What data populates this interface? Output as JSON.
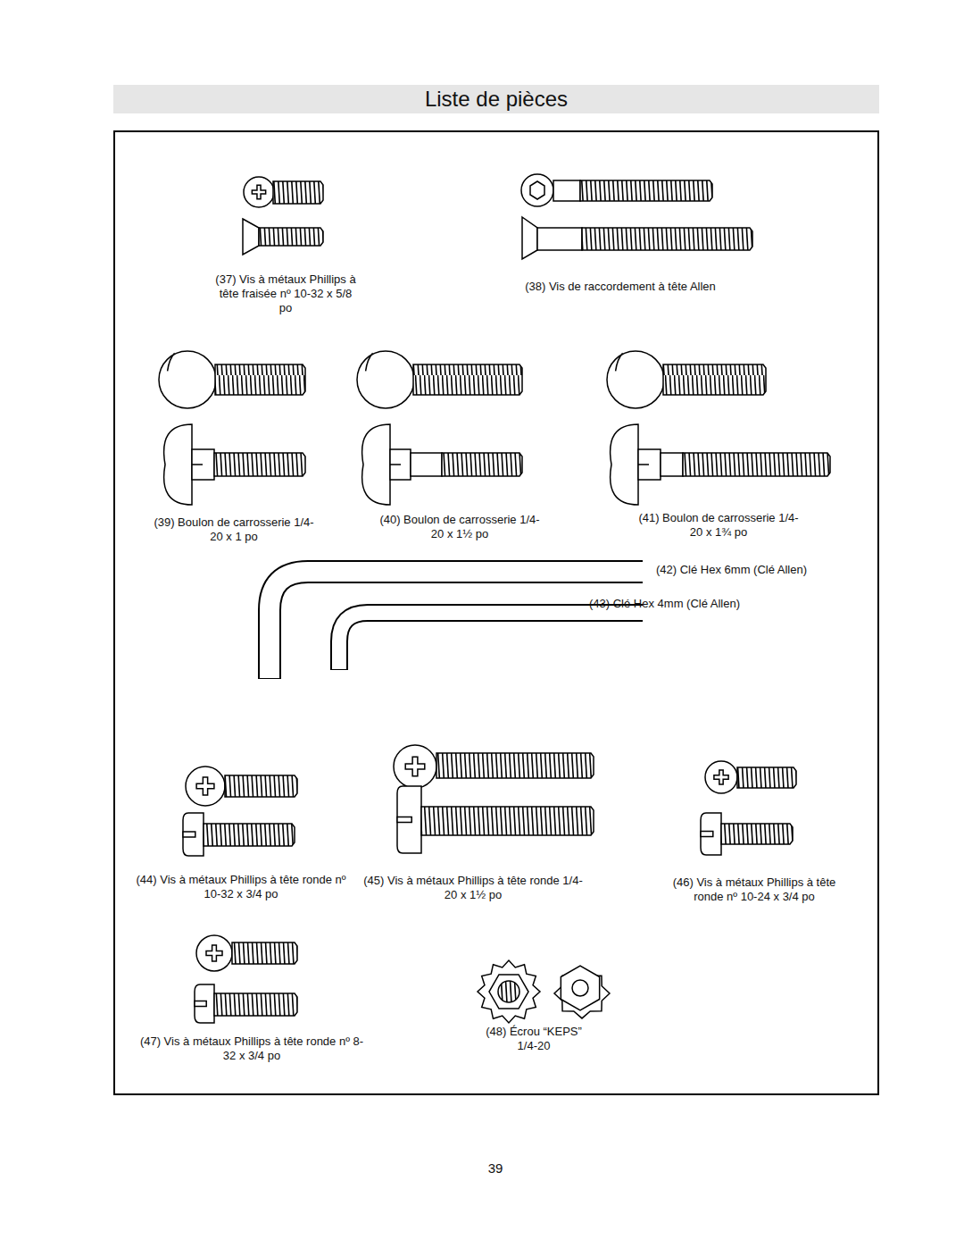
{
  "diagram": {
    "title": "Liste de pièces",
    "labels": [
      "(37) Vis à métaux Phillips à tête fraisée nº 10-32 x 5/8 po",
      "(38) Vis de raccordement à tête Allen",
      "(39) Boulon de carrosserie 1/4-20 x 1 po",
      "(40) Boulon de carrosserie 1/4-20 x 1½ po",
      "(41) Boulon de carrosserie 1/4-20 x 1¾ po",
      "(42) Clé Hex 6mm (Clé Allen)",
      "(43) Clé Hex 4mm (Clé Allen)",
      "(44) Vis à métaux Phillips à tête ronde nº 10-32 x 3/4 po",
      "(45) Vis à métaux Phillips à tête ronde 1/4-20 x 1½ po",
      "(46) Vis à métaux Phillips à tête ronde nº 10-24 x 3/4 po",
      "(47) Vis à métaux Phillips à tête ronde nº 8-32 x 3/4 po",
      "(48) Écrou “KEPS” 1/4-20",
      "39"
    ]
  }
}
